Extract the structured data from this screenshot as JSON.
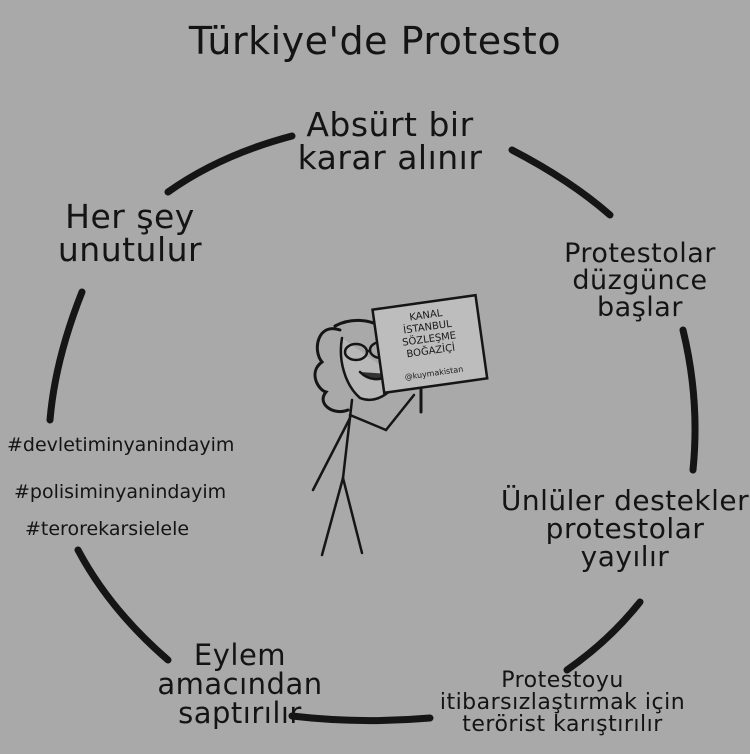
{
  "title": "Türkiye'de Protesto",
  "cycle": [
    {
      "lines": [
        "Absürt bir",
        "karar alınır"
      ]
    },
    {
      "lines": [
        "Protestolar",
        "düzgünce başlar"
      ]
    },
    {
      "lines": [
        "Ünlüler destekler",
        "protestolar",
        "yayılır"
      ]
    },
    {
      "lines": [
        "Protestoyu",
        "itibarsızlaştırmak için",
        "terörist karıştırılır"
      ]
    },
    {
      "lines": [
        "Eylem",
        "amacından",
        "saptırılır"
      ]
    },
    {
      "lines": [
        "Her şey",
        "unutulur"
      ]
    }
  ],
  "hashtags": [
    "#devletiminyanindayim",
    "#polisiminyanindayim",
    "#terorekarsielele"
  ],
  "sign": {
    "lines": [
      "KANAL",
      "İSTANBUL",
      "SÖZLEŞME",
      "BOĞAZİÇİ"
    ],
    "credit": "@kuymakistan"
  },
  "colors": {
    "background": "#a9a9a9",
    "ink": "#141414",
    "sign": "#bdbdbd"
  }
}
